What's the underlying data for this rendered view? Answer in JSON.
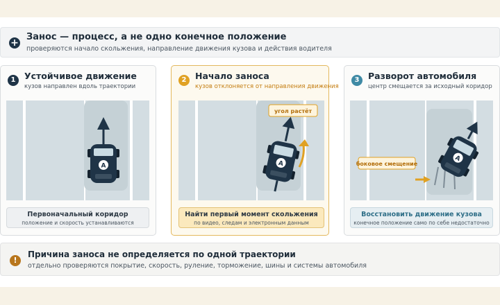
{
  "header": {
    "title": "Занос — процесс, а не одно конечное положение",
    "subtitle": "проверяются начало скольжения, направление движения кузова и действия водителя"
  },
  "panels": [
    {
      "number": "1",
      "title": "Устойчивое движение",
      "subtitle": "кузов направлен вдоль траектории",
      "car_label": "A",
      "caption_title": "Первоначальный коридор",
      "caption_sub": "положение и скорость устанавливаются"
    },
    {
      "number": "2",
      "title": "Начало заноса",
      "subtitle": "кузов отклоняется от направления движения",
      "car_label": "A",
      "tag": "угол растёт",
      "caption_title": "Найти первый момент скольжения",
      "caption_sub": "по видео, следам и электронным данным"
    },
    {
      "number": "3",
      "title": "Разворот автомобиля",
      "subtitle": "центр смещается за исходный коридор",
      "car_label": "A",
      "tag": "боковое смещение",
      "caption_title": "Восстановить движение кузова",
      "caption_sub": "конечное положение само по себе недостаточно"
    }
  ],
  "footer": {
    "icon": "!",
    "title": "Причина заноса не определяется по одной траектории",
    "subtitle": "отдельно проверяются покрытие, скорость, руление, торможение, шины и системы автомобиля"
  },
  "colors": {
    "navy": "#1f3447",
    "amber": "#e0a123",
    "teal": "#3f8aa5",
    "road": "#d3dde2"
  }
}
